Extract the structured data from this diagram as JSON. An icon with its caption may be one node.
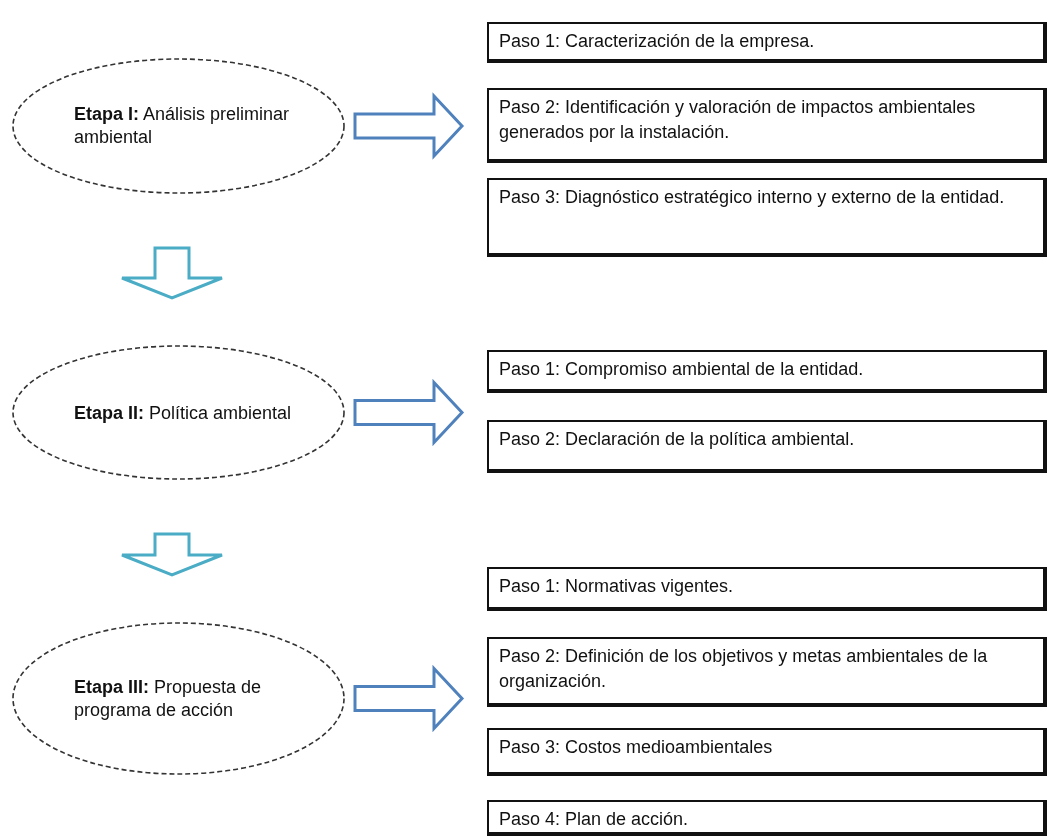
{
  "diagram": {
    "nodes": [
      {
        "text": [
          "**Etapa I:** Análisis preliminar ambiental"
        ]
      },
      {
        "text": [
          "Paso 1: Caracterización de la empresa."
        ]
      },
      {
        "text": [
          "Paso 2: Identificación y valoración de impactos ambientales generados por la instalación."
        ]
      },
      {
        "text": [
          "Paso 3: Diagnóstico estratégico interno y externo de la entidad."
        ]
      },
      {
        "text": [
          "**Etapa II:** Política ambiental"
        ]
      },
      {
        "text": [
          "Paso 1: Compromiso ambiental de la entidad."
        ]
      },
      {
        "text": [
          "Paso 2: Declaración de la política ambiental."
        ]
      },
      {
        "text": [
          "**Etapa III:** Propuesta de programa de acción"
        ]
      },
      {
        "text": [
          "Paso 1: Normativas vigentes."
        ]
      },
      {
        "text": [
          "Paso 2: Definición de los objetivos y metas ambientales de la organización."
        ]
      },
      {
        "text": [
          "Paso 3: Costos medioambientales"
        ]
      },
      {
        "text": [
          "Paso 4: Plan de acción."
        ]
      }
    ],
    "edges": [
      {
        "from": 0,
        "to": 2,
        "arrow": "to"
      },
      {
        "from": 4,
        "to": 5,
        "arrow": "to"
      },
      {
        "from": 7,
        "to": 9,
        "arrow": "to"
      },
      {
        "from": 0,
        "to": 4,
        "arrow": "to",
        "color": "#4bacc6"
      },
      {
        "from": 4,
        "to": 7,
        "arrow": "to",
        "color": "#4bacc6"
      }
    ]
  }
}
